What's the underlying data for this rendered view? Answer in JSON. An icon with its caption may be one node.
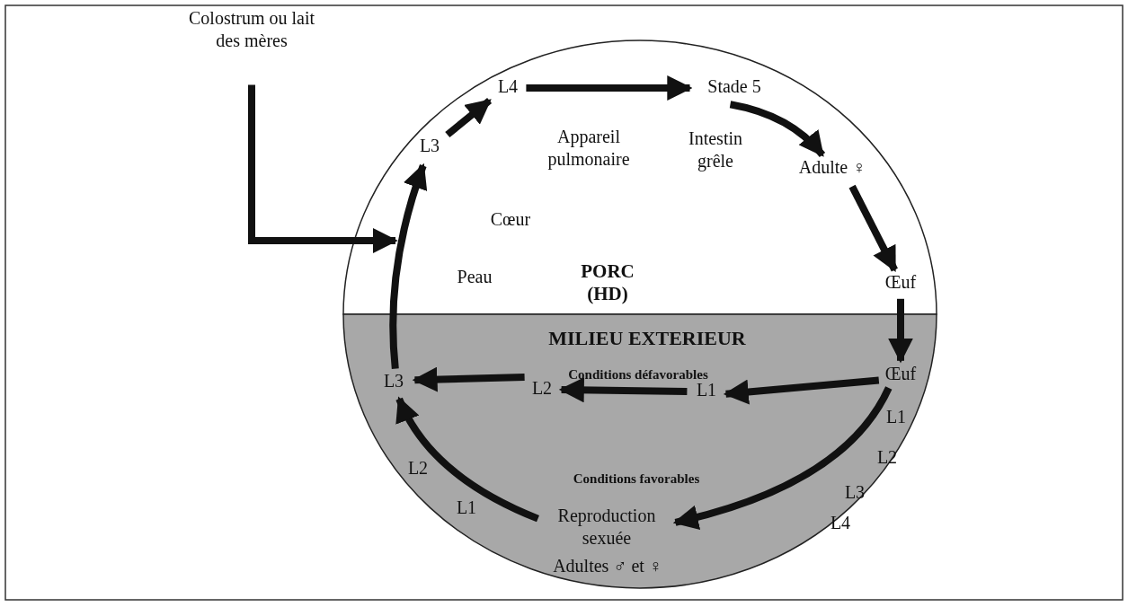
{
  "diagram": {
    "nodes": [
      {
        "text": [
          "Colostrum ou lait des mères"
        ]
      },
      {
        "text": [
          "L3"
        ]
      },
      {
        "text": [
          "L4"
        ]
      },
      {
        "text": [
          "Stade 5"
        ]
      },
      {
        "text": [
          "Adulte ♀"
        ]
      },
      {
        "text": [
          "Œuf"
        ]
      },
      {
        "text": [
          "Œuf"
        ]
      },
      {
        "text": [
          "L1"
        ]
      },
      {
        "text": [
          "L2"
        ]
      },
      {
        "text": [
          "L3"
        ]
      },
      {
        "text": [
          "Reproduction sexuée"
        ]
      }
    ],
    "edges": [
      {
        "from": 0,
        "to": null,
        "arrow": "to"
      },
      {
        "from": 9,
        "to": 1,
        "arrow": "to"
      },
      {
        "from": 1,
        "to": 2,
        "arrow": "to"
      },
      {
        "from": 2,
        "to": 3,
        "arrow": "to"
      },
      {
        "from": 3,
        "to": 4,
        "arrow": "to"
      },
      {
        "from": 4,
        "to": 5,
        "arrow": "to"
      },
      {
        "from": 5,
        "to": 6,
        "arrow": "to"
      },
      {
        "from": 6,
        "to": 7,
        "arrow": "to"
      },
      {
        "from": 7,
        "to": 8,
        "arrow": "to"
      },
      {
        "from": 8,
        "to": 9,
        "arrow": "to"
      },
      {
        "from": 6,
        "to": 10,
        "arrow": "to"
      },
      {
        "from": 10,
        "to": 9,
        "arrow": "to"
      }
    ],
    "labels": [
      "Appareil pulmonaire",
      "Intestin grêle",
      "Cœur",
      "Peau",
      "PORC (HD)",
      "MILIEU EXTERIEUR",
      "Conditions défavorables",
      "L1",
      "L2",
      "Conditions favorables",
      "L3",
      "L2",
      "L4",
      "L1",
      "Adultes ♂ et ♀"
    ]
  }
}
